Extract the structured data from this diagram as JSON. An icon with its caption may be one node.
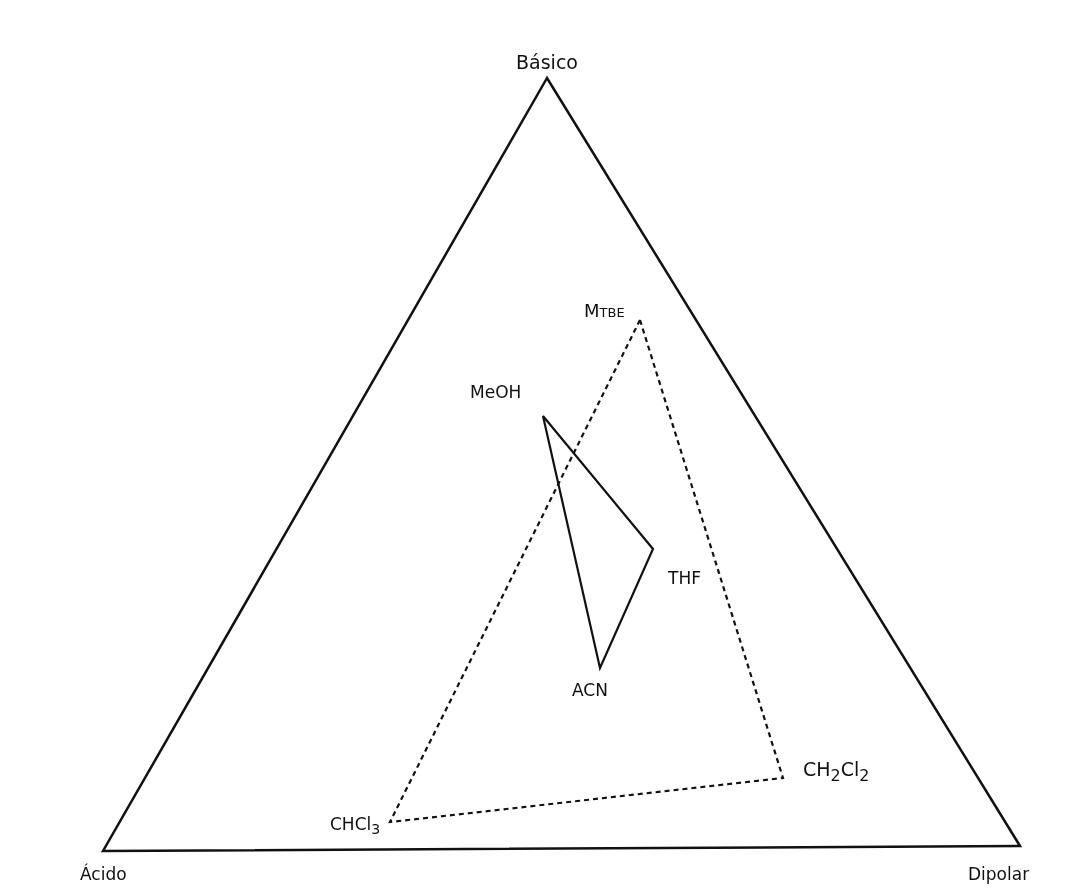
{
  "diagram": {
    "labels": [
      "Básico",
      "MTBE",
      "MeOH",
      "THF",
      "ACN",
      "CH$_{2}$Cl$_{2}$",
      "CHCl$_{3}$",
      "Ácido",
      "Dipolar"
    ]
  }
}
